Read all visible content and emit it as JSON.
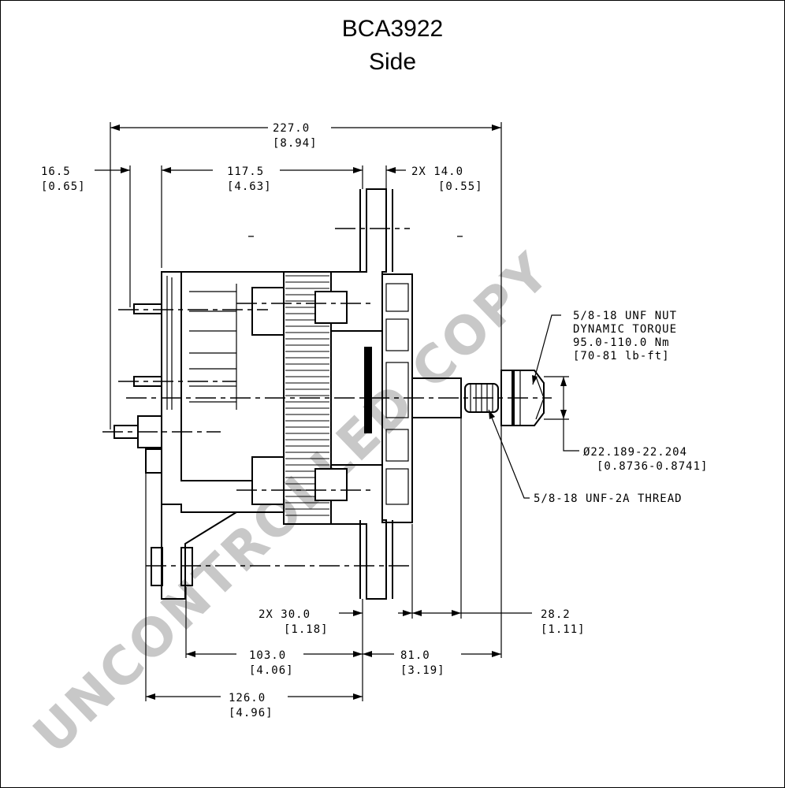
{
  "title": {
    "part_number": "BCA3922",
    "view": "Side"
  },
  "watermark": "UNCONTROLLED COPY",
  "dimensions": {
    "overall_length": {
      "mm": "227.0",
      "in": "[8.94]"
    },
    "terminal_offset": {
      "mm": "16.5",
      "in": "[0.65]"
    },
    "body_length": {
      "mm": "117.5",
      "in": "[4.63]"
    },
    "flange_thickness": {
      "mm": "2X 14.0",
      "in": "[0.55]"
    },
    "mount_width": {
      "mm": "2X 30.0",
      "in": "[1.18]"
    },
    "shaft_step": {
      "mm": "28.2",
      "in": "[1.11]"
    },
    "rear_mount": {
      "mm": "103.0",
      "in": "[4.06]"
    },
    "front_extension": {
      "mm": "81.0",
      "in": "[3.19]"
    },
    "mount_to_flange": {
      "mm": "126.0",
      "in": "[4.96]"
    }
  },
  "callouts": {
    "nut": [
      "5/8-18 UNF NUT",
      "DYNAMIC TORQUE",
      "95.0-110.0 Nm",
      "[70-81 lb-ft]"
    ],
    "shaft_diameter": {
      "mm": "Ø22.189-22.204",
      "in": "[0.8736-0.8741]"
    },
    "thread": "5/8-18 UNF-2A THREAD"
  }
}
